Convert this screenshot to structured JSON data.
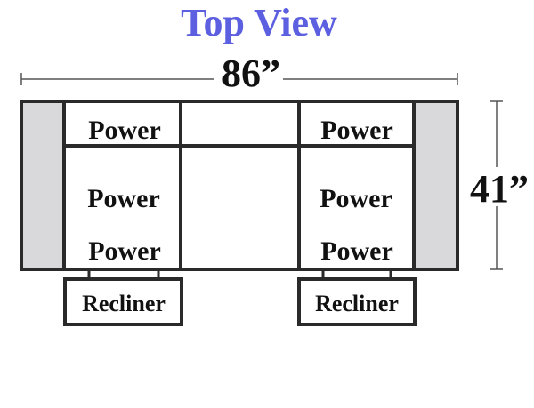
{
  "title": "Top View",
  "width_label": "86”",
  "depth_label": "41”",
  "labels": {
    "left_top": "Power",
    "left_mid": "Power",
    "left_bottom": "Power",
    "right_top": "Power",
    "right_mid": "Power",
    "right_bottom": "Power",
    "left_recliner": "Recliner",
    "right_recliner": "Recliner"
  },
  "colors": {
    "title": "#5b5fe0",
    "stroke": "#2a2a2a",
    "arm_fill": "#d9d9dc",
    "text": "#111111"
  }
}
